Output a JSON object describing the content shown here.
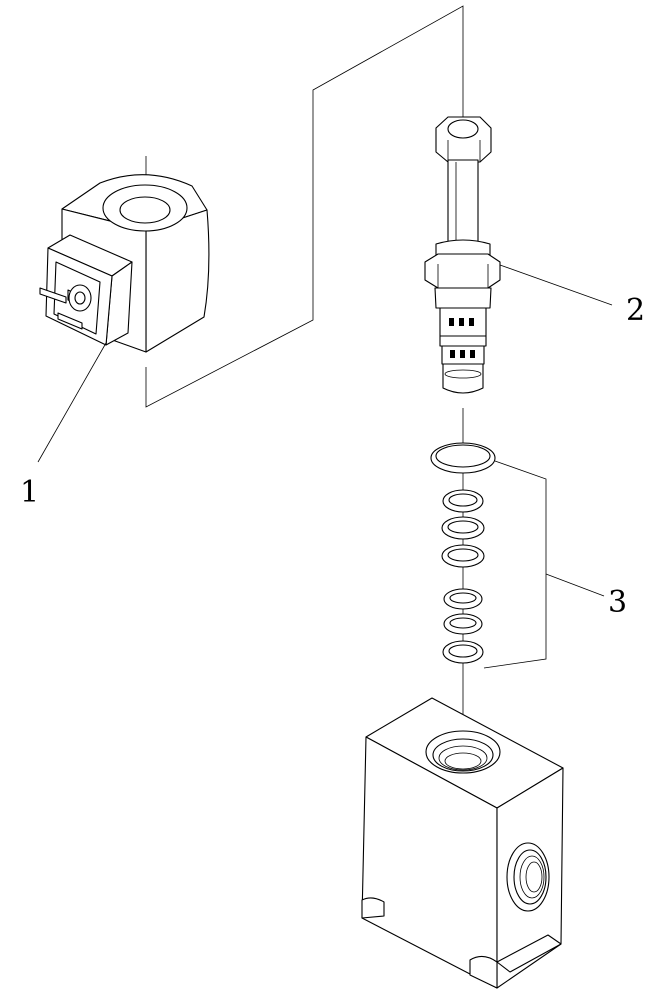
{
  "callouts": [
    {
      "label": "1",
      "part": "solenoid-coil"
    },
    {
      "label": "2",
      "part": "cartridge-valve"
    },
    {
      "label": "3",
      "part": "seal-kit"
    }
  ]
}
